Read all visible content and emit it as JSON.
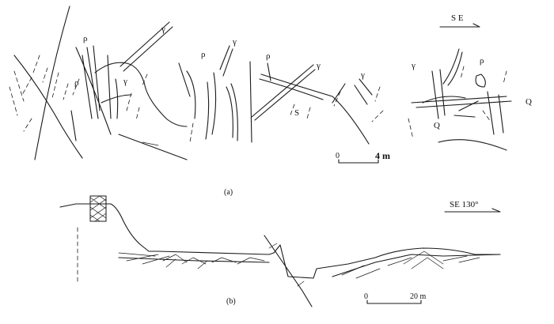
{
  "panel_a": {
    "direction": "S E",
    "caption": "(a)",
    "scale": {
      "zero": "0",
      "end": "4 m"
    },
    "labels": [
      {
        "text": "ρ"
      },
      {
        "text": "ρ"
      },
      {
        "text": "γ"
      },
      {
        "text": "γ"
      },
      {
        "text": "ρ"
      },
      {
        "text": "γ"
      },
      {
        "text": "ρ"
      },
      {
        "text": "γ"
      },
      {
        "text": "S"
      },
      {
        "text": "γ"
      },
      {
        "text": "γ"
      },
      {
        "text": "ρ"
      },
      {
        "text": "Q"
      },
      {
        "text": "Q"
      }
    ]
  },
  "panel_b": {
    "direction": "SE 130°",
    "caption": "(b)",
    "scale": {
      "zero": "0",
      "end": "20 m"
    }
  }
}
